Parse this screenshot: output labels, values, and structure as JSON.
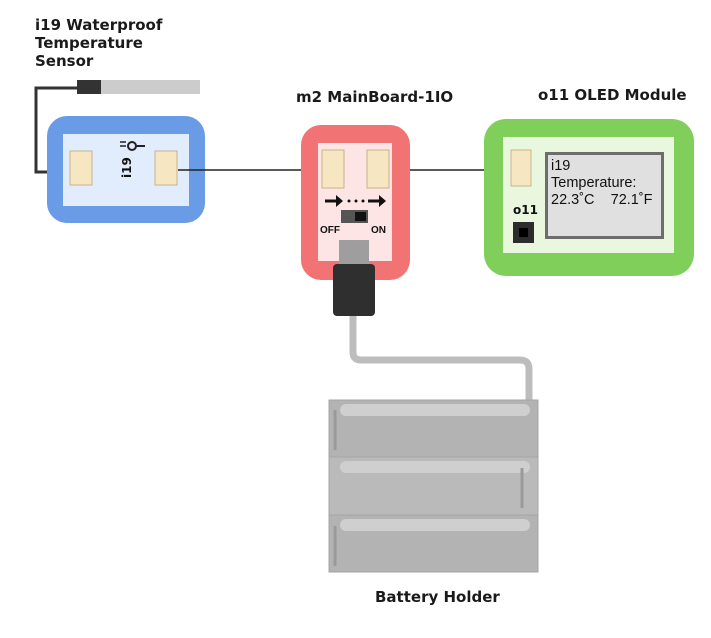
{
  "modules": {
    "sensor": {
      "label": "i19 Waterproof  Temperature\nSensor",
      "chip_label": "i19"
    },
    "mainboard": {
      "label": "m2 MainBoard-1IO",
      "switch_off": "OFF",
      "switch_on": "ON"
    },
    "oled": {
      "label": "o11 OLED  Module",
      "chip_label": "o11",
      "screen_lines": [
        "i19",
        "Temperature:",
        "22.3˚C    72.1˚F"
      ]
    },
    "battery": {
      "label": "Battery Holder"
    }
  },
  "colors": {
    "sensor_border": "#6a9be6",
    "sensor_fill": "#a9c8f5",
    "mainboard_border": "#f27373",
    "mainboard_fill": "#f8b4b4",
    "oled_border": "#7fcf5a",
    "oled_fill": "#c8ecae",
    "connector": "#f7e6c2",
    "battery": "#bdbdbd"
  }
}
